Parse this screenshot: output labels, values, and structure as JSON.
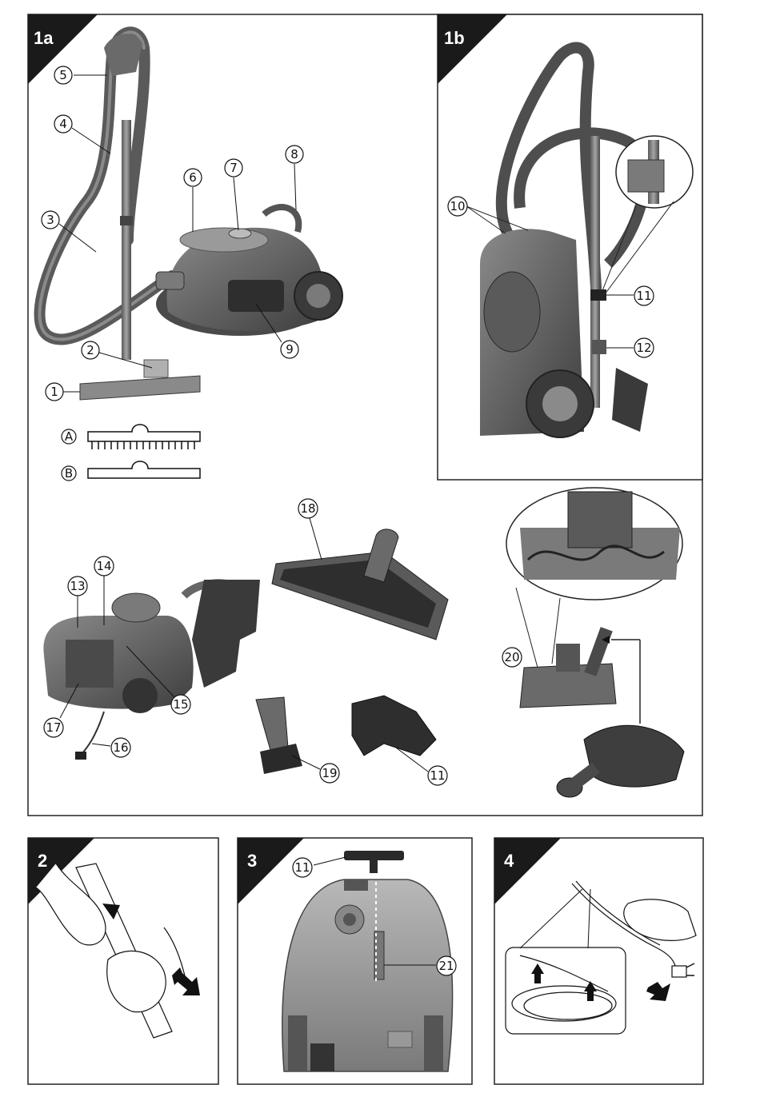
{
  "panels": {
    "p1a": {
      "label": "1a"
    },
    "p1b": {
      "label": "1b"
    },
    "p2": {
      "label": "2"
    },
    "p3": {
      "label": "3"
    },
    "p4": {
      "label": "4"
    }
  },
  "callouts": {
    "c1": "1",
    "c2": "2",
    "c3": "3",
    "c4": "4",
    "c5": "5",
    "c6": "6",
    "c7": "7",
    "c8": "8",
    "c9": "9",
    "c10": "10",
    "c11a": "11",
    "c12": "12",
    "c13": "13",
    "c14": "14",
    "c15": "15",
    "c16": "16",
    "c17": "17",
    "c18": "18",
    "c19": "19",
    "c11b": "11",
    "c20": "20",
    "c11c": "11",
    "c21": "21"
  },
  "brush_settings": {
    "a": "A",
    "b": "B"
  },
  "colors": {
    "ink": "#111111",
    "body": "#6f6f6f",
    "body_dark": "#4a4a4a",
    "body_light": "#9a9a9a",
    "panel_border": "#222222"
  }
}
